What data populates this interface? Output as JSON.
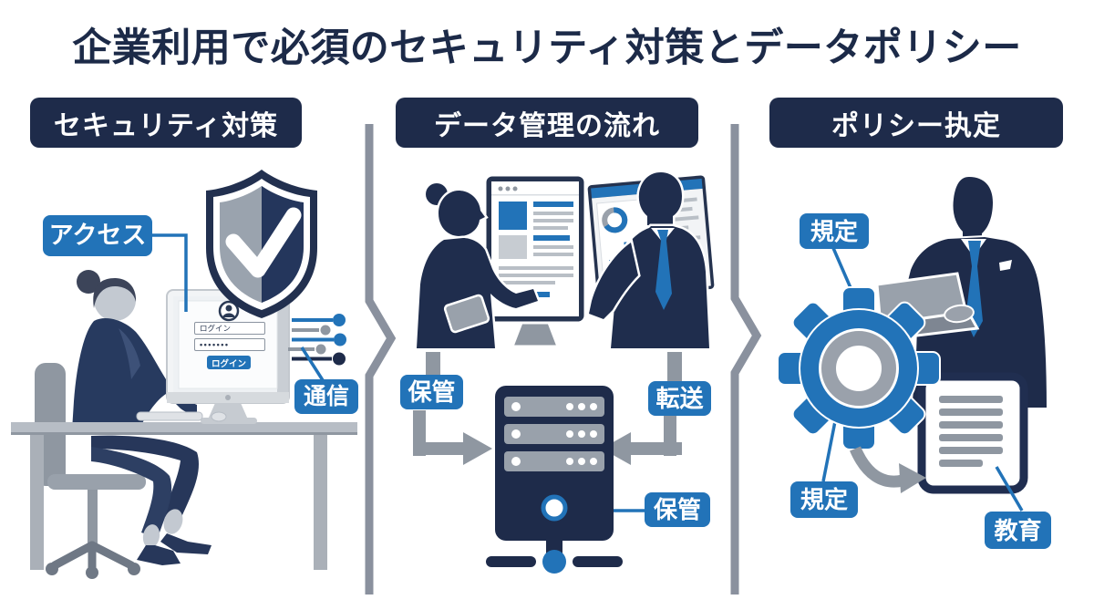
{
  "title": "企業利用で必須のセキュリティ対策とデータポリシー",
  "colors": {
    "navy": "#1e2b4a",
    "blue": "#2273b8",
    "gray": "#8f97a1",
    "light_gray": "#c6cbd2"
  },
  "sections": [
    {
      "header": "セキュリティ対策",
      "callouts": {
        "access": "アクセス",
        "communication": "通信"
      },
      "login": {
        "username_value": "ログイン",
        "password_value": "•••••••",
        "button_label": "ログイン"
      }
    },
    {
      "header": "データ管理の流れ",
      "callouts": {
        "store_in": "保管",
        "transfer": "転送",
        "store_out": "保管"
      }
    },
    {
      "header": "ポリシー执定",
      "callouts": {
        "rule_top": "規定",
        "rule_bottom": "規定",
        "education": "教育"
      }
    }
  ]
}
